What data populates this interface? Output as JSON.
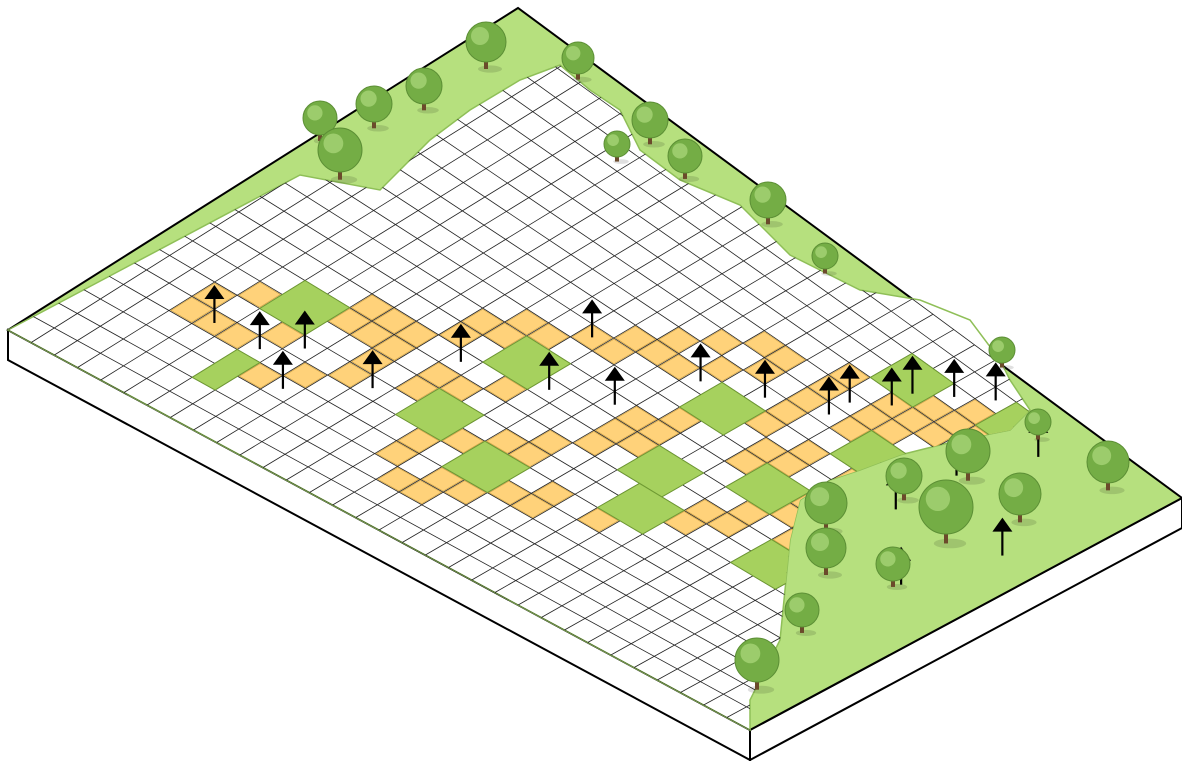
{
  "diagram": {
    "kind": "isometric-site-plan",
    "grid": {
      "cols": 22,
      "rows": 32
    },
    "colors": {
      "lawn": "#b6e07e",
      "lawn_edge": "#8fbf58",
      "paving": "#ffffff",
      "grid_line": "#222222",
      "amber_tile": "#ffd27a",
      "amber_edge": "#d4a648",
      "green_block": "#a6d15e",
      "green_block_edge": "#6f9a33",
      "tree_canopy": "#74ad45",
      "tree_canopy_light": "#a9d77a",
      "tree_trunk": "#6b4a2b",
      "arrow": "#000000",
      "edge_line": "#000000"
    },
    "amber_tiles": [
      [
        4,
        3
      ],
      [
        5,
        3
      ],
      [
        4,
        4
      ],
      [
        6,
        4
      ],
      [
        4,
        5
      ],
      [
        6,
        5
      ],
      [
        5,
        6
      ],
      [
        6,
        6
      ],
      [
        7,
        7
      ],
      [
        8,
        7
      ],
      [
        3,
        7
      ],
      [
        4,
        8
      ],
      [
        7,
        8
      ],
      [
        8,
        8
      ],
      [
        5,
        9
      ],
      [
        6,
        9
      ],
      [
        7,
        9
      ],
      [
        8,
        9
      ],
      [
        9,
        10
      ],
      [
        10,
        10
      ],
      [
        6,
        11
      ],
      [
        7,
        11
      ],
      [
        10,
        11
      ],
      [
        11,
        11
      ],
      [
        5,
        12
      ],
      [
        7,
        12
      ],
      [
        11,
        12
      ],
      [
        8,
        13
      ],
      [
        9,
        13
      ],
      [
        12,
        13
      ],
      [
        12,
        14
      ],
      [
        13,
        14
      ],
      [
        3,
        13
      ],
      [
        4,
        13
      ],
      [
        2,
        14
      ],
      [
        5,
        14
      ],
      [
        2,
        15
      ],
      [
        3,
        15
      ],
      [
        5,
        15
      ],
      [
        6,
        15
      ],
      [
        3,
        16
      ],
      [
        4,
        16
      ],
      [
        6,
        16
      ],
      [
        7,
        16
      ],
      [
        4,
        17
      ],
      [
        8,
        17
      ],
      [
        9,
        17
      ],
      [
        10,
        17
      ],
      [
        4,
        18
      ],
      [
        5,
        18
      ],
      [
        9,
        18
      ],
      [
        10,
        18
      ],
      [
        11,
        18
      ],
      [
        13,
        15
      ],
      [
        14,
        15
      ],
      [
        13,
        16
      ],
      [
        15,
        16
      ],
      [
        14,
        17
      ],
      [
        16,
        17
      ],
      [
        15,
        18
      ],
      [
        16,
        18
      ],
      [
        5,
        20
      ],
      [
        6,
        20
      ],
      [
        6,
        21
      ],
      [
        7,
        21
      ],
      [
        11,
        21
      ],
      [
        12,
        21
      ],
      [
        13,
        20
      ],
      [
        14,
        20
      ],
      [
        15,
        20
      ],
      [
        16,
        20
      ],
      [
        17,
        20
      ],
      [
        18,
        21
      ],
      [
        12,
        22
      ],
      [
        13,
        22
      ],
      [
        15,
        22
      ],
      [
        16,
        22
      ],
      [
        17,
        22
      ],
      [
        16,
        23
      ],
      [
        17,
        23
      ],
      [
        18,
        23
      ],
      [
        7,
        22
      ],
      [
        8,
        22
      ],
      [
        8,
        23
      ],
      [
        9,
        23
      ],
      [
        10,
        23
      ],
      [
        10,
        24
      ],
      [
        11,
        24
      ],
      [
        12,
        24
      ],
      [
        13,
        24
      ],
      [
        11,
        25
      ],
      [
        12,
        25
      ],
      [
        13,
        25
      ],
      [
        9,
        25
      ],
      [
        10,
        25
      ],
      [
        14,
        25
      ],
      [
        15,
        25
      ],
      [
        10,
        26
      ],
      [
        11,
        26
      ],
      [
        12,
        26
      ],
      [
        14,
        26
      ],
      [
        15,
        26
      ],
      [
        16,
        26
      ],
      [
        13,
        27
      ],
      [
        14,
        27
      ],
      [
        15,
        27
      ],
      [
        16,
        27
      ],
      [
        12,
        28
      ],
      [
        13,
        28
      ],
      [
        11,
        29
      ],
      [
        12,
        29
      ],
      [
        13,
        29
      ],
      [
        14,
        29
      ],
      [
        15,
        29
      ],
      [
        16,
        29
      ],
      [
        13,
        30
      ],
      [
        14,
        30
      ],
      [
        15,
        30
      ],
      [
        16,
        30
      ],
      [
        17,
        30
      ],
      [
        17,
        24
      ],
      [
        18,
        24
      ],
      [
        19,
        24
      ],
      [
        18,
        25
      ],
      [
        19,
        25
      ],
      [
        19,
        26
      ],
      [
        20,
        26
      ],
      [
        19,
        27
      ],
      [
        20,
        27
      ],
      [
        18,
        28
      ],
      [
        19,
        28
      ],
      [
        20,
        28
      ]
    ],
    "green_blocks": [
      [
        6,
        5,
        2,
        2
      ],
      [
        2,
        6,
        2,
        1
      ],
      [
        5,
        12,
        2,
        2
      ],
      [
        9,
        12,
        2,
        2
      ],
      [
        4,
        15,
        2,
        2
      ],
      [
        8,
        19,
        2,
        2
      ],
      [
        12,
        18,
        2,
        2
      ],
      [
        6,
        20,
        2,
        2
      ],
      [
        10,
        22,
        2,
        2
      ],
      [
        14,
        23,
        2,
        2
      ],
      [
        7,
        25,
        2,
        2
      ],
      [
        11,
        27,
        2,
        2
      ],
      [
        15,
        27,
        2,
        2
      ],
      [
        18,
        21,
        2,
        2
      ],
      [
        19,
        25,
        2,
        2
      ]
    ],
    "arrows": [
      [
        4,
        4
      ],
      [
        4,
        6
      ],
      [
        5,
        7
      ],
      [
        3,
        8
      ],
      [
        5,
        10
      ],
      [
        8,
        11
      ],
      [
        9,
        14
      ],
      [
        12,
        13
      ],
      [
        10,
        16
      ],
      [
        13,
        17
      ],
      [
        14,
        19
      ],
      [
        15,
        21
      ],
      [
        16,
        21
      ],
      [
        17,
        22
      ],
      [
        18,
        22
      ],
      [
        19,
        23
      ],
      [
        20,
        24
      ],
      [
        16,
        26
      ],
      [
        19,
        27
      ],
      [
        13,
        26
      ],
      [
        10,
        29
      ],
      [
        14,
        30
      ]
    ],
    "trees": [
      [
        486,
        42,
        20
      ],
      [
        578,
        58,
        16
      ],
      [
        424,
        86,
        18
      ],
      [
        374,
        104,
        18
      ],
      [
        320,
        118,
        17
      ],
      [
        340,
        150,
        22
      ],
      [
        650,
        120,
        18
      ],
      [
        617,
        144,
        13
      ],
      [
        685,
        156,
        17
      ],
      [
        768,
        200,
        18
      ],
      [
        825,
        256,
        13
      ],
      [
        1002,
        350,
        13
      ],
      [
        1038,
        422,
        13
      ],
      [
        968,
        451,
        22
      ],
      [
        904,
        476,
        18
      ],
      [
        1108,
        462,
        21
      ],
      [
        1020,
        494,
        21
      ],
      [
        946,
        507,
        27
      ],
      [
        826,
        503,
        21
      ],
      [
        826,
        548,
        20
      ],
      [
        893,
        564,
        17
      ],
      [
        802,
        610,
        17
      ],
      [
        757,
        660,
        22
      ]
    ]
  }
}
